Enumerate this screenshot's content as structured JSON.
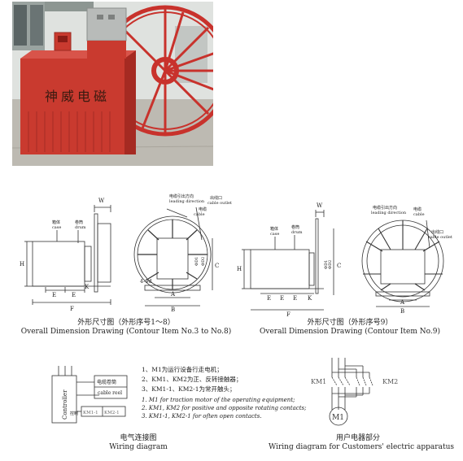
{
  "photo": {
    "brand_text": "神威电磁",
    "colors": {
      "reel": "#c8322c",
      "cabinet": "#c93a2f",
      "floor": "#bdbab2",
      "wall": "#d9dcd9"
    }
  },
  "drawing1": {
    "labels": {
      "W": "W",
      "H": "H",
      "E": "E",
      "K": "K",
      "F": "F",
      "C": "C",
      "D1": "ΦD1",
      "D2": "ΦD2",
      "A": "A",
      "B": "B",
      "hole": "4-Φd",
      "case_cn": "箱体",
      "case_en": "case",
      "drum_cn": "卷筒",
      "drum_en": "drum",
      "leading_cn": "电缆引出方向",
      "leading_en": "leading  direction",
      "outlet_cn": "出线口",
      "outlet_en": "cable outlet",
      "cable_cn": "电缆",
      "cable_en": "cable"
    },
    "caption_cn": "外形尺寸图（外形序号1～8）",
    "caption_en": "Overall Dimension Drawing (Contour Item No.3 to No.8)"
  },
  "drawing2": {
    "caption_cn": "外形尺寸图（外形序号9）",
    "caption_en": "Overall Dimension Drawing (Contour Item No.9)"
  },
  "wiring": {
    "controller": "Controller",
    "controller_cn": "控制",
    "reel_cn": "电缆卷筒",
    "reel_en": "cable reel",
    "km1_1": "KM1-1",
    "km2_1": "KM2-1",
    "notes_cn": [
      "1、M1为运行设备行走电机；",
      "2、KM1、KM2为正、反转接触器；",
      "3、KM1-1、KM2-1为常开触头；"
    ],
    "notes_en": [
      "1. M1 for traction motor of the operating  equipment;",
      "2. KM1, KM2 for positive and opposite  rotating  contacts;",
      "3. KM1-1, KM2-1 for often open contacts."
    ],
    "caption_cn": "电气连接图",
    "caption_en": "Wiring diagram"
  },
  "customer": {
    "km1": "KM1",
    "km2": "KM2",
    "motor": "M1",
    "caption_cn": "用户电器部分",
    "caption_en": "Wiring diagram for Customers' electric apparatus"
  }
}
